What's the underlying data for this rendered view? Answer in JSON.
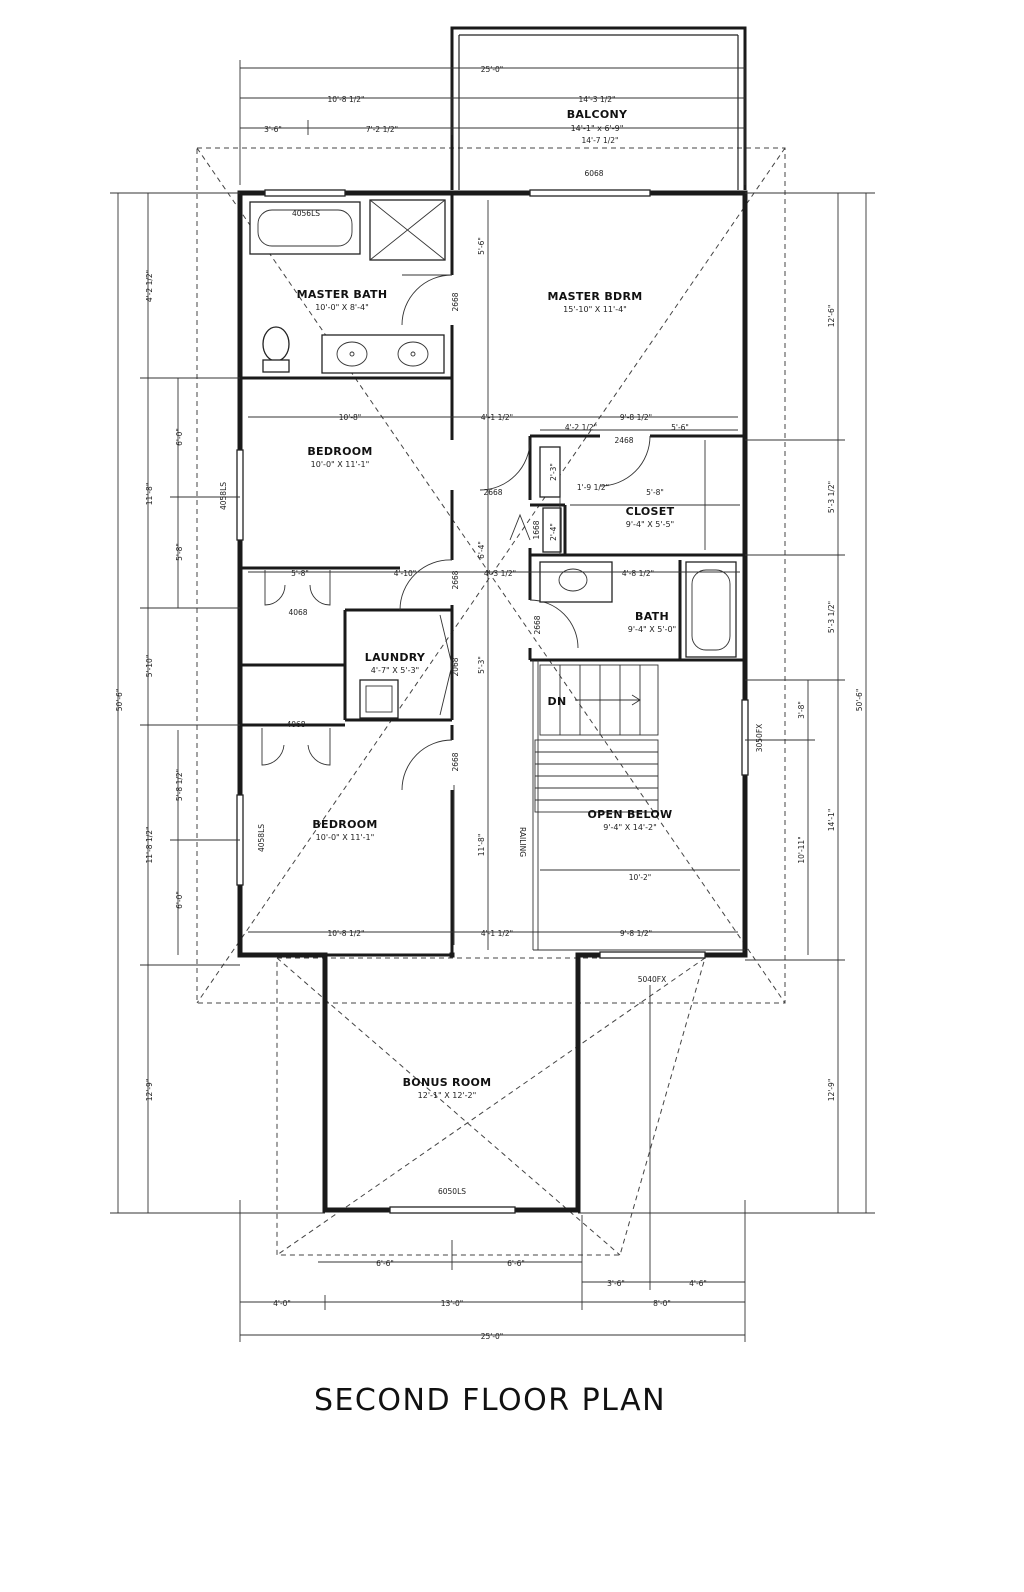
{
  "title": "SECOND FLOOR PLAN",
  "rooms": {
    "balcony": {
      "name": "BALCONY",
      "size": "14'-1\" x 6'-9\""
    },
    "master_bath": {
      "name": "MASTER BATH",
      "size": "10'-0\" X 8'-4\""
    },
    "master_bdrm": {
      "name": "MASTER BDRM",
      "size": "15'-10\" X 11'-4\""
    },
    "bedroom_upper": {
      "name": "BEDROOM",
      "size": "10'-0\" X 11'-1\""
    },
    "closet": {
      "name": "CLOSET",
      "size": "9'-4\" X 5'-5\""
    },
    "bath": {
      "name": "BATH",
      "size": "9'-4\" X 5'-0\""
    },
    "laundry": {
      "name": "LAUNDRY",
      "size": "4'-7\" X 5'-3\""
    },
    "bedroom_lower": {
      "name": "BEDROOM",
      "size": "10'-0\" X 11'-1\""
    },
    "open_below": {
      "name": "OPEN BELOW",
      "size": "9'-4\" X 14'-2\""
    },
    "bonus_room": {
      "name": "BONUS ROOM",
      "size": "12'-1\" X 12'-2\""
    }
  },
  "labels": {
    "dn": "DN",
    "railing": "RAILING"
  },
  "tags": {
    "w_mb_tub": "4056LS",
    "w_bal": "6068",
    "d_mb": "2668",
    "d_hall": "2668",
    "d_closet": "2468",
    "d_closet_small": "1668",
    "w_bed1": "4058LS",
    "d_bed1": "2668",
    "d_bed1_closet": "4068",
    "d_laundry": "2068",
    "d_bath": "2668",
    "d_bed2_closet": "4068",
    "d_bed2": "2668",
    "w_bed2": "4058LS",
    "w_stair": "3050FX",
    "w_rear": "5040FX",
    "w_bonus": "6050LS"
  },
  "dims": {
    "top_total": "25'-0\"",
    "top_left": "10'-8 1/2\"",
    "top_right": "14'-3 1/2\"",
    "top_sub1": "3'-6\"",
    "top_sub2": "7'-2 1/2\"",
    "top_sub3": "14'-7 1/2\"",
    "l_a": "4'-2 1/2\"",
    "l_b": "11'-8\"",
    "l_b1": "6'-0\"",
    "l_b2": "5'-8\"",
    "l_c": "5'-10\"",
    "l_d": "11'-8 1/2\"",
    "l_d1": "5'-8 1/2\"",
    "l_d2": "6'-0\"",
    "l_e": "12'-9\"",
    "l_total": "50'-6\"",
    "r_a": "12'-6\"",
    "r_b": "5'-3 1/2\"",
    "r_c": "5'-3 1/2\"",
    "r_d": "14'-1\"",
    "r_d1": "3'-8\"",
    "r_d2": "10'-11\"",
    "r_e": "12'-9\"",
    "r_total": "50'-6\"",
    "mb_h": "5'-6\"",
    "i_1": "10'-8\"",
    "i_2": "4'-1 1/2\"",
    "i_3": "9'-8 1/2\"",
    "i_4": "4'-2 1/2\"",
    "i_5": "5'-6\"",
    "i_6": "1'-9 1/2\"",
    "i_7": "5'-8\"",
    "i_8": "2'-3\"",
    "i_9": "2'-4\"",
    "i_10": "5'-8\"",
    "i_11": "4'-10\"",
    "i_12": "4'-3 1/2\"",
    "i_13": "4'-8 1/2\"",
    "i_14": "6'-4\"",
    "i_15": "5'-3\"",
    "i_16": "10'-2\"",
    "i_17": "11'-8\"",
    "b_1": "10'-8 1/2\"",
    "b_2": "4'-1 1/2\"",
    "b_3": "9'-8 1/2\"",
    "bot_1": "6'-6\"",
    "bot_2": "6'-6\"",
    "bot_3": "3'-6\"",
    "bot_4": "4'-6\"",
    "bot_5": "4'-0\"",
    "bot_6": "13'-0\"",
    "bot_7": "8'-0\"",
    "bot_total": "25'-0\""
  }
}
